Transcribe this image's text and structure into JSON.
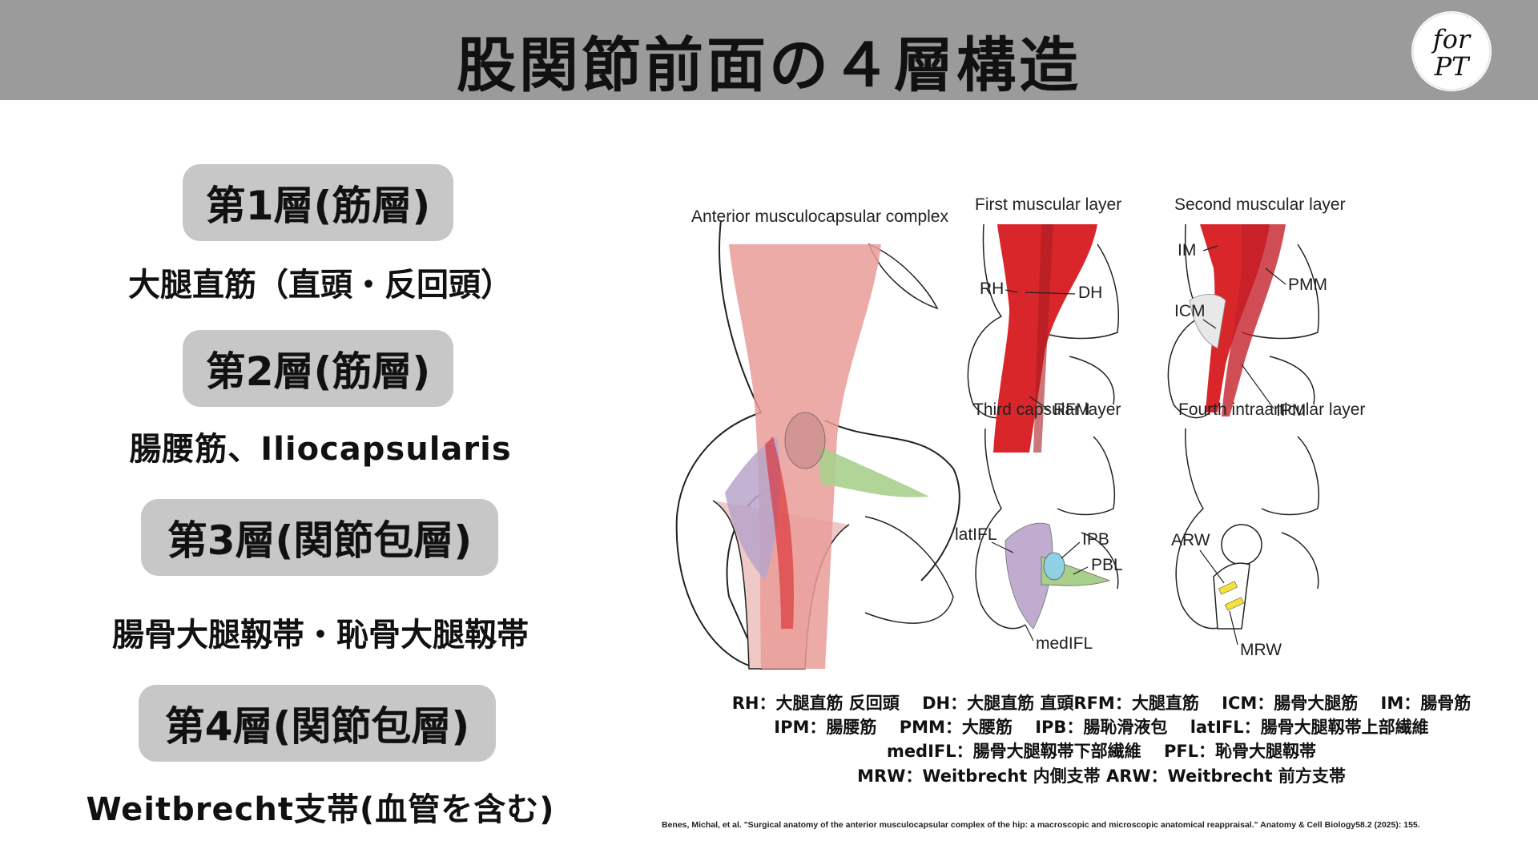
{
  "header": {
    "title": "股関節前面の４層構造",
    "logo_text_top": "for",
    "logo_text_bottom": "PT"
  },
  "layers": [
    {
      "label": "第1層(筋層)",
      "description": "大腿直筋（直頭・反回頭）"
    },
    {
      "label": "第2層(筋層)",
      "description": "腸腰筋、Iliocapsularis"
    },
    {
      "label": "第3層(関節包層)",
      "description": "腸骨大腿靱帯・恥骨大腿靱帯"
    },
    {
      "label": "第4層(関節包層)",
      "description": "Weitbrecht支帯(血管を含む)"
    }
  ],
  "figure": {
    "main_title": "Anterior musculocapsular complex",
    "panel1": {
      "title": "First muscular layer",
      "labels": [
        "RH",
        "DH",
        "RFM"
      ]
    },
    "panel2": {
      "title": "Second muscular layer",
      "labels": [
        "IM",
        "ICM",
        "PMM",
        "IPM"
      ]
    },
    "panel3": {
      "title": "Third capsular layer",
      "labels": [
        "latIFL",
        "IPB",
        "PBL",
        "medIFL"
      ]
    },
    "panel4": {
      "title": "Fourth intraarticular layer",
      "labels": [
        "ARW",
        "MRW"
      ]
    }
  },
  "abbreviations": [
    "RH：大腿直筋 反回頭　 DH：大腿直筋 直頭RFM：大腿直筋　  ICM：腸骨大腿筋　 IM：腸骨筋",
    "IPM：腸腰筋　 PMM：大腰筋　  IPB：腸恥滑液包　  latIFL：腸骨大腿靱帯上部繊維",
    "medIFL：腸骨大腿靱帯下部繊維　 PFL：恥骨大腿靱帯",
    "MRW：Weitbrecht 内側支帯 ARW：Weitbrecht 前方支帯"
  ],
  "citation": "Benes, Michal, et al. \"Surgical anatomy of the anterior musculocapsular complex of the hip: a macroscopic and microscopic anatomical reappraisal.\" Anatomy & Cell Biology58.2 (2025): 155.",
  "colors": {
    "header_bg": "#9b9b9b",
    "pill_bg": "#c7c7c7",
    "muscle_red": "#d9262b",
    "muscle_pink": "#ea9c98",
    "ligament_purple": "#b9a4c9",
    "ligament_green": "#a9cf8d",
    "bursa_blue": "#8fd0e3",
    "retinaculum_yellow": "#f2e23a"
  }
}
